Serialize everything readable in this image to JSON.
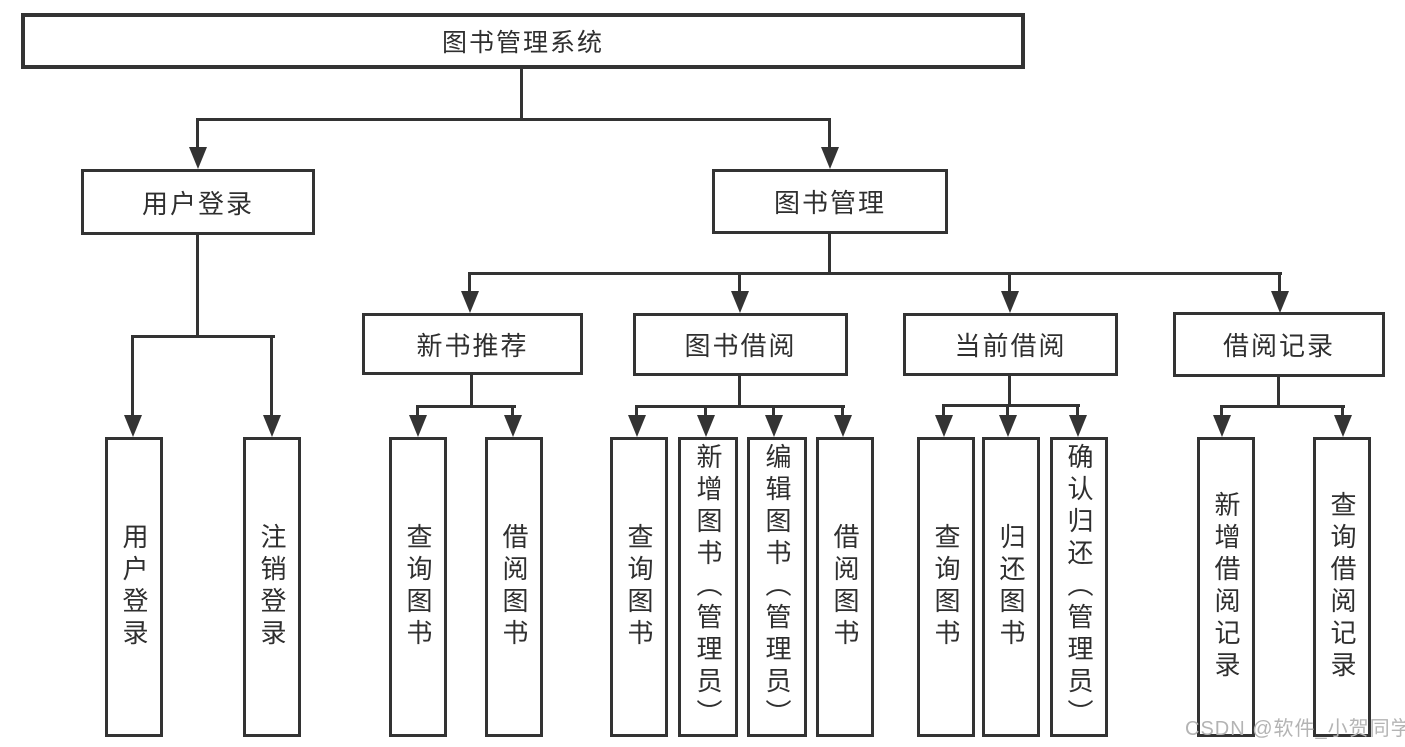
{
  "nodes": {
    "root": "图书管理系统",
    "user_login": "用户登录",
    "book_management": "图书管理",
    "new_book_recommend": "新书推荐",
    "book_borrowing": "图书借阅",
    "current_borrowing": "当前借阅",
    "borrowing_records": "借阅记录",
    "login": "用户登录",
    "logout": "注销登录",
    "nb_query_books": "查询图书",
    "nb_borrow_books": "借阅图书",
    "bb_query_books": "查询图书",
    "bb_add_books": "新增图书（管理员）",
    "bb_edit_books": "编辑图书（管理员）",
    "bb_borrow_books": "借阅图书",
    "cb_query_books": "查询图书",
    "cb_return_books": "归还图书",
    "cb_confirm_return": "确认归还（管理员）",
    "br_add_record": "新增借阅记录",
    "br_query_record": "查询借阅记录"
  },
  "watermark": "CSDN @软件_小贺同学",
  "colors": {
    "line": "#333333",
    "text": "#2f2f2f",
    "watermark": "#b4b4b4",
    "background": "#ffffff"
  }
}
